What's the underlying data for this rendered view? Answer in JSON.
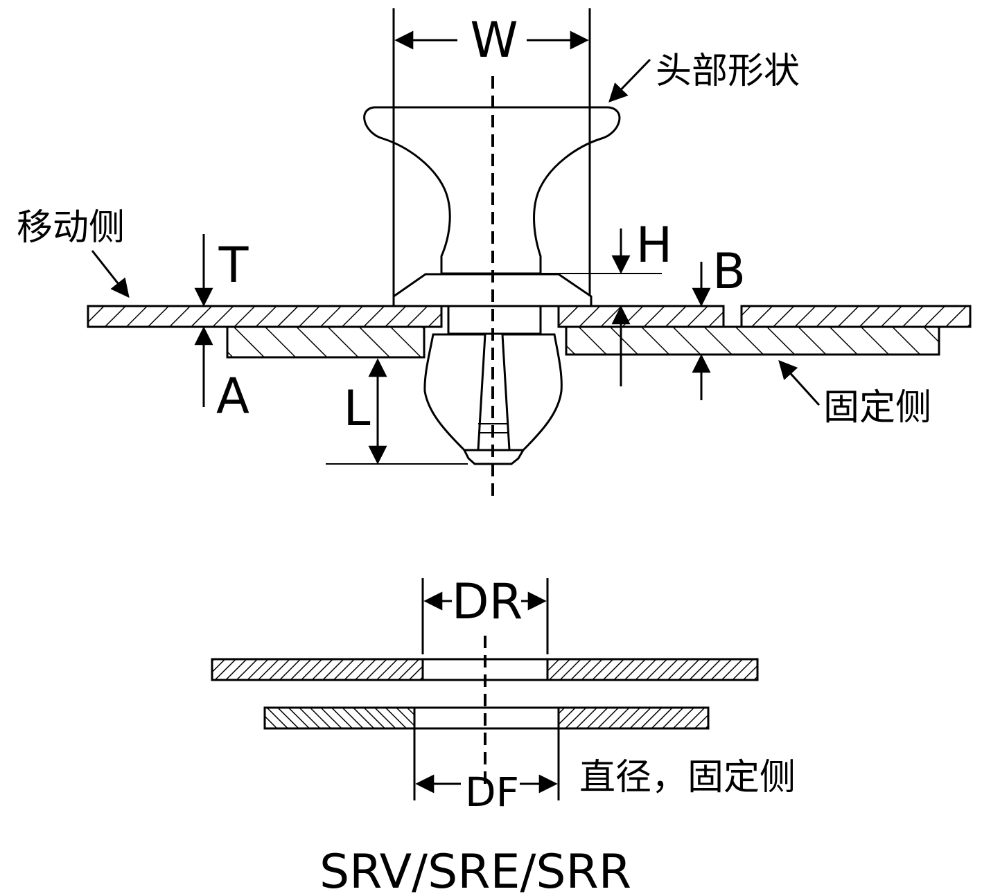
{
  "labels": {
    "w": "W",
    "head_shape": "头部形状",
    "moving_side": "移动侧",
    "t": "T",
    "h": "H",
    "b": "B",
    "a": "A",
    "l": "L",
    "fixed_side": "固定侧",
    "dr": "DR",
    "df": "DF",
    "diameter_fixed_side": "直径，固定侧",
    "model": "SRV/SRE/SRR"
  }
}
